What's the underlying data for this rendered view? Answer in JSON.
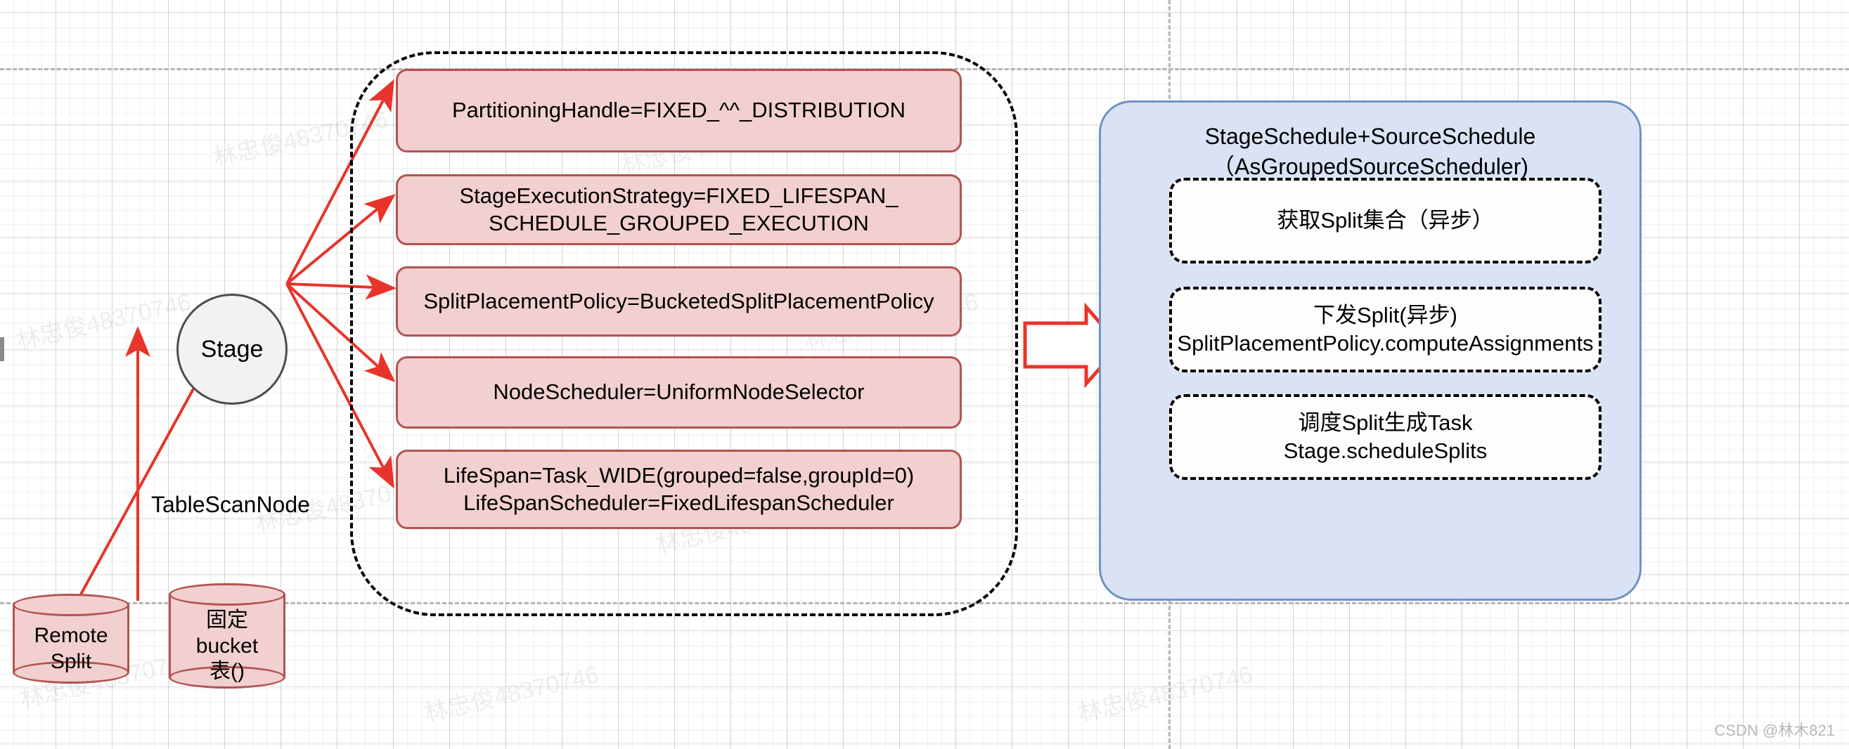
{
  "diagram": {
    "title": "Presto Stage Grouped Execution Scheduling Diagram",
    "colors": {
      "pink_fill": "#f2d0d0",
      "pink_stroke": "#b25450",
      "blue_fill": "#dae3f5",
      "blue_stroke": "#7191c4",
      "arrow_red": "#e8342a",
      "circle_fill": "#f2f2f2",
      "circle_stroke": "#4d4d4d",
      "dashed_black": "#000000",
      "grid_line": "#d9d9d9"
    }
  },
  "stage_node": {
    "label": "Stage"
  },
  "sources": [
    {
      "id": "remote-split",
      "label": "Remote\nSplit"
    },
    {
      "id": "fixed-bucket-table",
      "label": "固定\nbucket\n表()"
    }
  ],
  "edges": [
    {
      "id": "tablescannode-edge",
      "label": "TableScanNode"
    }
  ],
  "attributes_group": {
    "boxes": [
      {
        "id": "partitioning-handle",
        "label": "PartitioningHandle=FIXED_^^_DISTRIBUTION"
      },
      {
        "id": "stage-execution-strategy",
        "label": "StageExecutionStrategy=FIXED_LIFESPAN_\nSCHEDULE_GROUPED_EXECUTION"
      },
      {
        "id": "split-placement-policy",
        "label": "SplitPlacementPolicy=BucketedSplitPlacementPolicy"
      },
      {
        "id": "node-scheduler",
        "label": "NodeScheduler=UniformNodeSelector"
      },
      {
        "id": "lifespan",
        "label": "LifeSpan=Task_WIDE(grouped=false,groupId=0)\nLifeSpanScheduler=FixedLifespanScheduler"
      }
    ]
  },
  "scheduler_panel": {
    "title": "StageSchedule+SourceSchedule\n（AsGroupedSourceScheduler)",
    "steps": [
      {
        "id": "get-split-set",
        "label": "获取Split集合（异步）"
      },
      {
        "id": "dispatch-split",
        "label": "下发Split(异步)\nSplitPlacementPolicy.computeAssignments"
      },
      {
        "id": "schedule-split-task",
        "label": "调度Split生成Task\nStage.scheduleSplits"
      }
    ]
  },
  "watermarks": {
    "repeat_text": "林忠俊48370746",
    "footer": "CSDN @林木821"
  }
}
